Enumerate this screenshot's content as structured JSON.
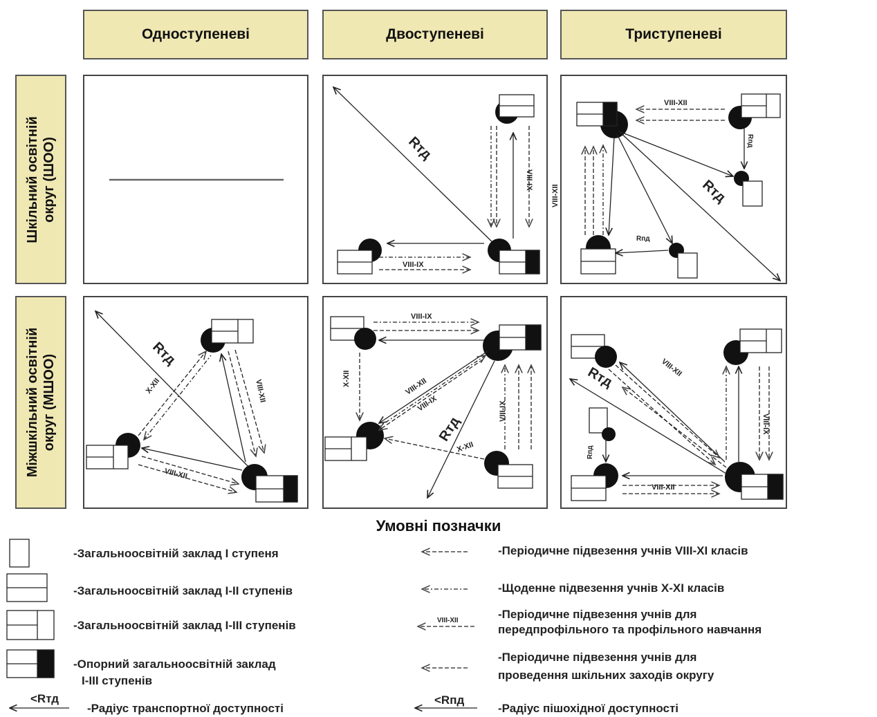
{
  "columns": [
    "Одноступеневі",
    "Двоступеневі",
    "Триступеневі"
  ],
  "rows": [
    {
      "line1": "Шкільний освітній",
      "line2": "округ (ШОО)"
    },
    {
      "line1": "Міжшкільний освітній",
      "line2": "округ (МШОО)"
    }
  ],
  "labels": {
    "rtd": "Rтд",
    "rpd": "Rпд",
    "viii_ix": "VIII-IX",
    "viii_xii": "VIII-XII",
    "x_xii": "X-XII"
  },
  "legend": {
    "title": "Умовні позначки",
    "items_left": [
      "-Загальноосвітній заклад І ступеня",
      "-Загальноосвітній заклад І-ІІ ступенів",
      "-Загальноосвітній заклад І-ІІІ ступенів",
      "-Опорний загальноосвітній заклад",
      "І-ІІІ ступенів",
      "-Радіус транспортної доступності"
    ],
    "items_right": [
      "-Періодичне підвезення учнів VIII-XI класів",
      "-Щоденне підвезення учнів X-XI класів",
      "-Періодичне підвезення учнів для",
      "передпрофільного та профільного навчання",
      "-Періодичне підвезення учнів для",
      "проведення шкільних заходів округу",
      "-Радіус пішохідної доступності"
    ],
    "sym_rtd": "<Rтд",
    "sym_rpd": "<Rпд",
    "sym_viii_xii": "VIII-XII"
  }
}
